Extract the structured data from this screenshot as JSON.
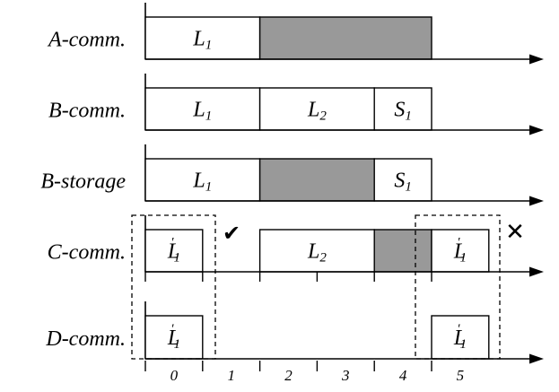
{
  "rows": [
    {
      "label": "A-comm.",
      "cells": [
        {
          "start": 0,
          "end": 2,
          "fill": "white",
          "text": "L",
          "sub": "1",
          "prime": false
        },
        {
          "start": 2,
          "end": 5,
          "fill": "gray",
          "text": "",
          "sub": "",
          "prime": false
        }
      ]
    },
    {
      "label": "B-comm.",
      "cells": [
        {
          "start": 0,
          "end": 2,
          "fill": "white",
          "text": "L",
          "sub": "1",
          "prime": false
        },
        {
          "start": 2,
          "end": 4,
          "fill": "white",
          "text": "L",
          "sub": "2",
          "prime": false
        },
        {
          "start": 4,
          "end": 5,
          "fill": "white",
          "text": "S",
          "sub": "1",
          "prime": false
        }
      ]
    },
    {
      "label": "B-storage",
      "cells": [
        {
          "start": 0,
          "end": 2,
          "fill": "white",
          "text": "L",
          "sub": "1",
          "prime": false
        },
        {
          "start": 2,
          "end": 4,
          "fill": "gray",
          "text": "",
          "sub": "",
          "prime": false
        },
        {
          "start": 4,
          "end": 5,
          "fill": "white",
          "text": "S",
          "sub": "1",
          "prime": false
        }
      ]
    },
    {
      "label": "C-comm.",
      "cells": [
        {
          "start": 0,
          "end": 1,
          "fill": "white",
          "text": "L",
          "sub": "1",
          "prime": true
        },
        {
          "start": 2,
          "end": 4,
          "fill": "white",
          "text": "L",
          "sub": "2",
          "prime": false
        },
        {
          "start": 4,
          "end": 5,
          "fill": "gray",
          "text": "",
          "sub": "",
          "prime": false
        },
        {
          "start": 5,
          "end": 6,
          "fill": "white",
          "text": "L",
          "sub": "1",
          "prime": true
        }
      ]
    },
    {
      "label": "D-comm.",
      "cells": [
        {
          "start": 0,
          "end": 1,
          "fill": "white",
          "text": "L",
          "sub": "1",
          "prime": true
        },
        {
          "start": 5,
          "end": 6,
          "fill": "white",
          "text": "L",
          "sub": "1",
          "prime": true
        }
      ]
    }
  ],
  "tick_labels": [
    "0",
    "1",
    "2",
    "3",
    "4",
    "5"
  ],
  "marks": {
    "check": "✔",
    "cross": "✕"
  },
  "colors": {
    "gray": "#999999",
    "line": "#000000",
    "white": "#ffffff"
  }
}
